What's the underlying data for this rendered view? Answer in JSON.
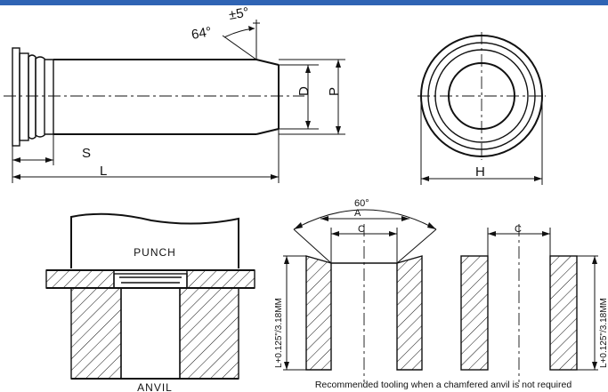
{
  "header": {
    "accent_color": "#2f64b4"
  },
  "drawing": {
    "angle_label": "64°",
    "tolerance_label": "±5°",
    "dim_D": "D",
    "dim_P": "P",
    "dim_S": "S",
    "dim_L": "L",
    "dim_H": "H"
  },
  "tooling": {
    "punch_label": "PUNCH",
    "anvil_label": "ANVIL",
    "angle_60": "60°",
    "dim_A": "A",
    "dim_C_left": "C",
    "dim_C_right": "C",
    "left_height_label": "L+0.125\"/3.18MM",
    "right_height_label": "L+0.125\"/3.18MM",
    "caption": "Recommended tooling when a chamfered anvil is not required"
  }
}
